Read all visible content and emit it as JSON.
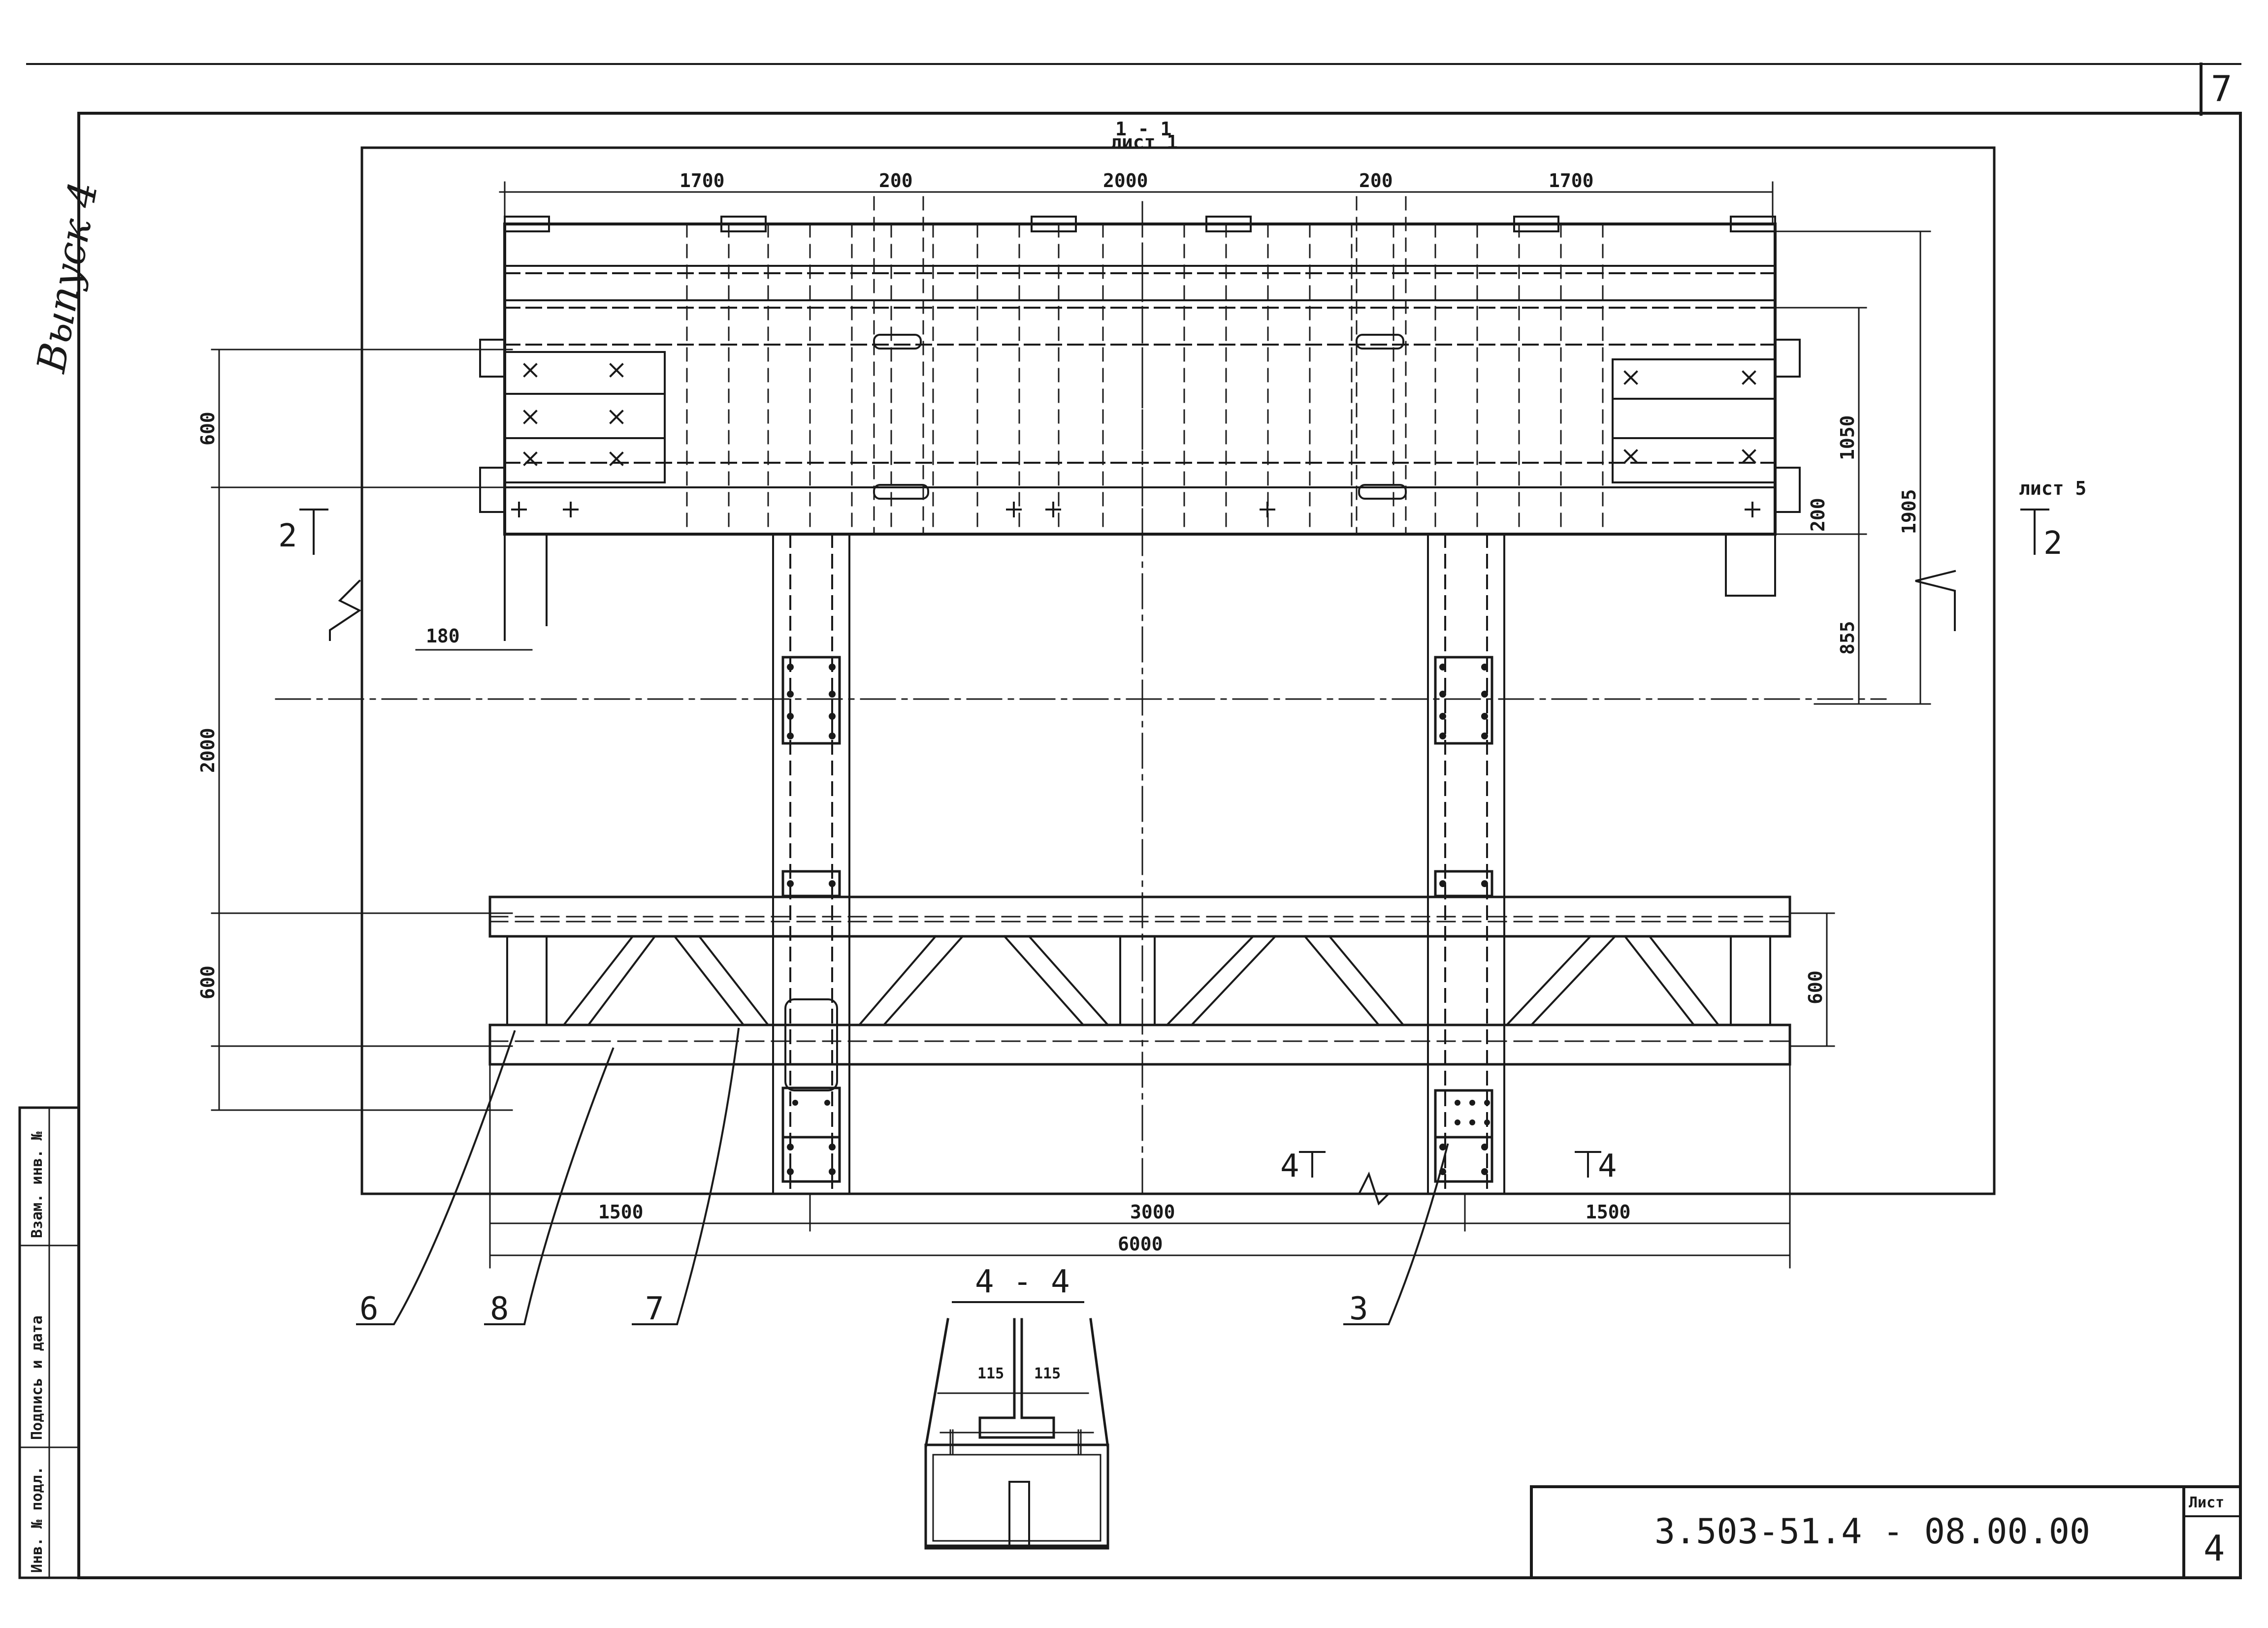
{
  "sheet": {
    "page_number": "7",
    "series": "Выпуск 4",
    "document_code": "3.503-51.4 - 08.00.00",
    "sheet_label": "Лист",
    "sheet_number": "4",
    "side_stamp": [
      "Инв. № подл.",
      "Подпись и дата",
      "Взам. инв. №"
    ]
  },
  "drawing": {
    "section_1_label": "1 - 1",
    "section_1_ref": "лист 1",
    "section_2_ref": "лист 5",
    "section_mark_2": "2",
    "section_mark_4": "4",
    "detail_title": "4 - 4",
    "callouts": [
      "6",
      "8",
      "7",
      "3"
    ],
    "top_dims": [
      "1700",
      "200",
      "2000",
      "200",
      "1700"
    ],
    "left_dims": [
      "600",
      "2000",
      "600"
    ],
    "dim_180": "180",
    "right_dims": [
      "1050",
      "1905",
      "200",
      "855",
      "600"
    ],
    "bottom_dims": [
      "1500",
      "3000",
      "1500"
    ],
    "overall_dim": "6000",
    "detail_dims": [
      "115",
      "115"
    ]
  }
}
